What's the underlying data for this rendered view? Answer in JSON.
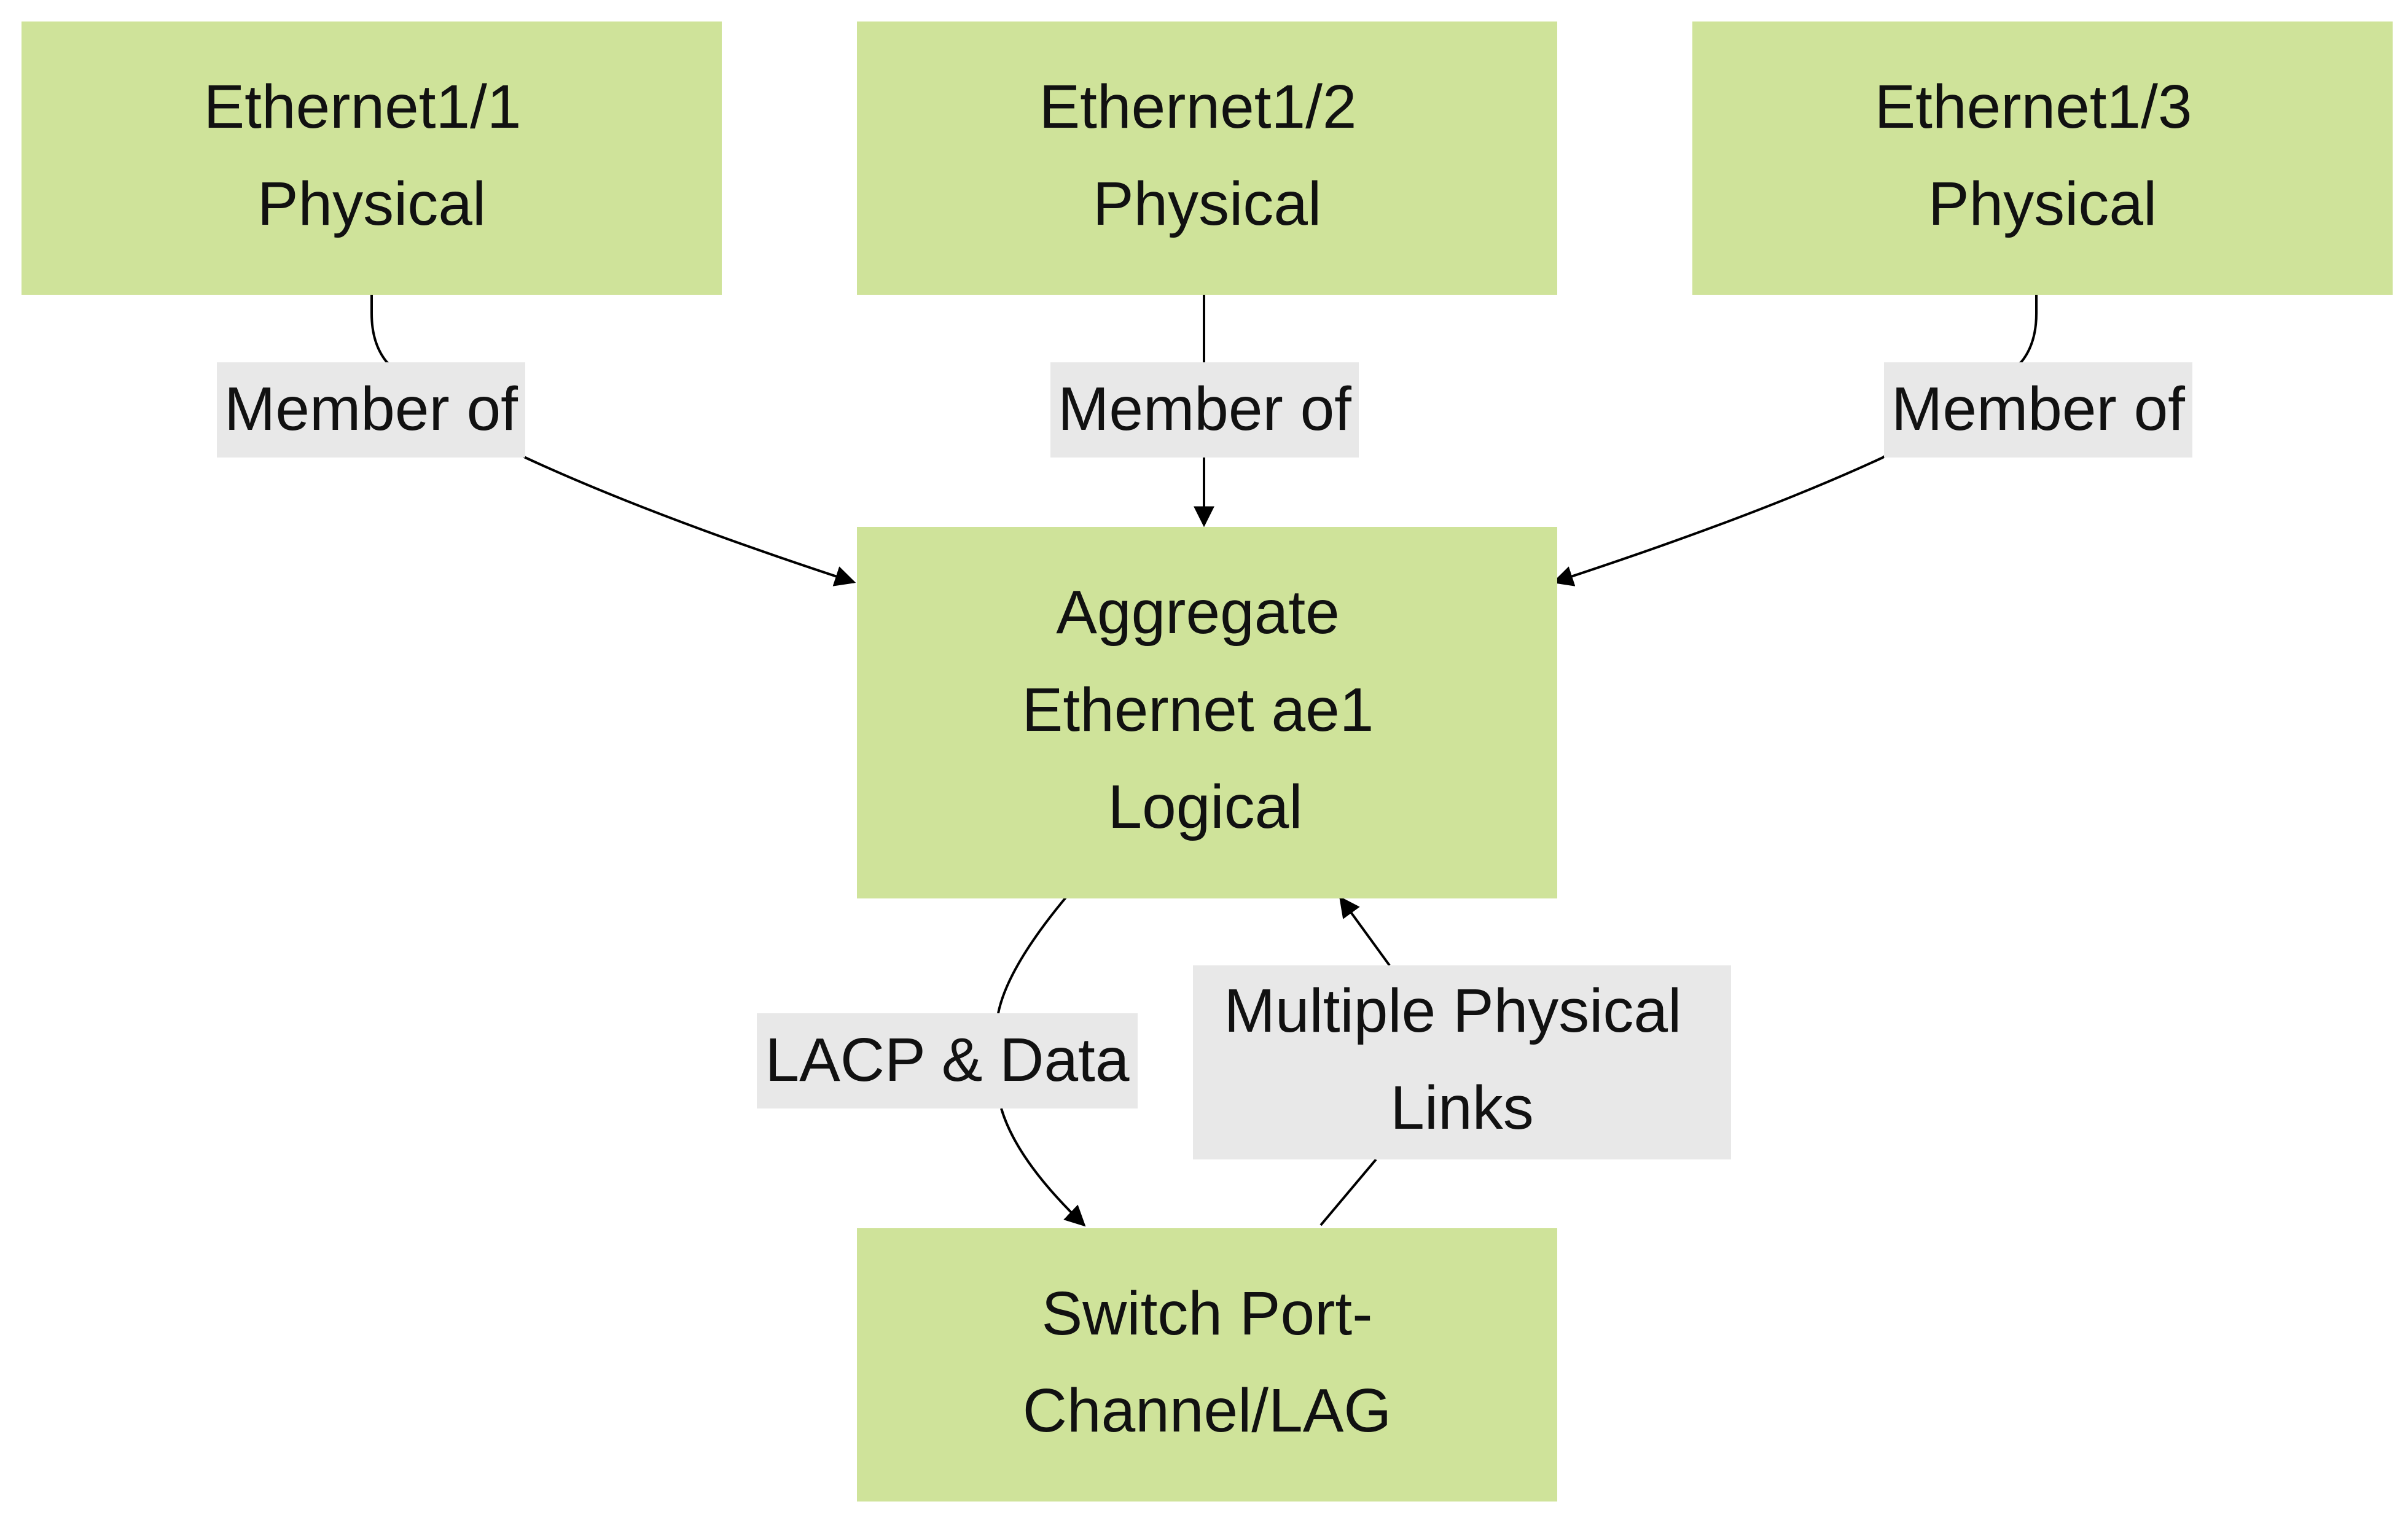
{
  "colors": {
    "node_fill": "#cfe39a",
    "label_fill": "#e8e8e8",
    "edge": "#000000",
    "text": "#111111"
  },
  "nodes": {
    "eth11": {
      "lines": [
        "Ethernet1/1",
        "Physical"
      ]
    },
    "eth12": {
      "lines": [
        "Ethernet1/2",
        "Physical"
      ]
    },
    "eth13": {
      "lines": [
        "Ethernet1/3",
        "Physical"
      ]
    },
    "ae1": {
      "lines": [
        "Aggregate",
        "Ethernet ae1",
        "Logical"
      ]
    },
    "lag": {
      "lines": [
        "Switch Port-",
        "Channel/LAG"
      ]
    }
  },
  "edges": {
    "e1": {
      "from": "eth11",
      "to": "ae1",
      "label": [
        "Member of"
      ]
    },
    "e2": {
      "from": "eth12",
      "to": "ae1",
      "label": [
        "Member of"
      ]
    },
    "e3": {
      "from": "eth13",
      "to": "ae1",
      "label": [
        "Member of"
      ]
    },
    "e4": {
      "from": "ae1",
      "to": "lag",
      "label": [
        "LACP & Data"
      ]
    },
    "e5": {
      "from": "lag",
      "to": "ae1",
      "label": [
        "Multiple Physical",
        "Links"
      ]
    }
  }
}
